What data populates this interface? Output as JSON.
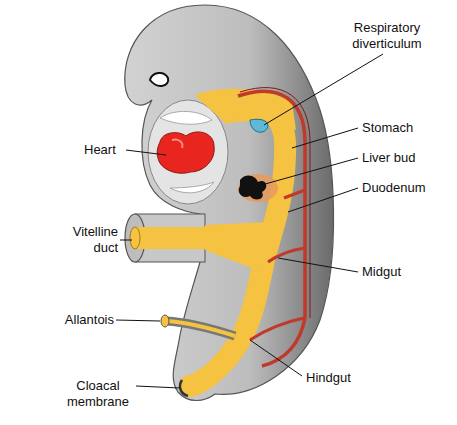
{
  "diagram": {
    "labels": [
      "Respiratory diverticulum",
      "Stomach",
      "Heart",
      "Liver bud",
      "Duodenum",
      "Vitelline duct",
      "Midgut",
      "Allantois",
      "Hindgut",
      "Cloacal membrane"
    ]
  }
}
